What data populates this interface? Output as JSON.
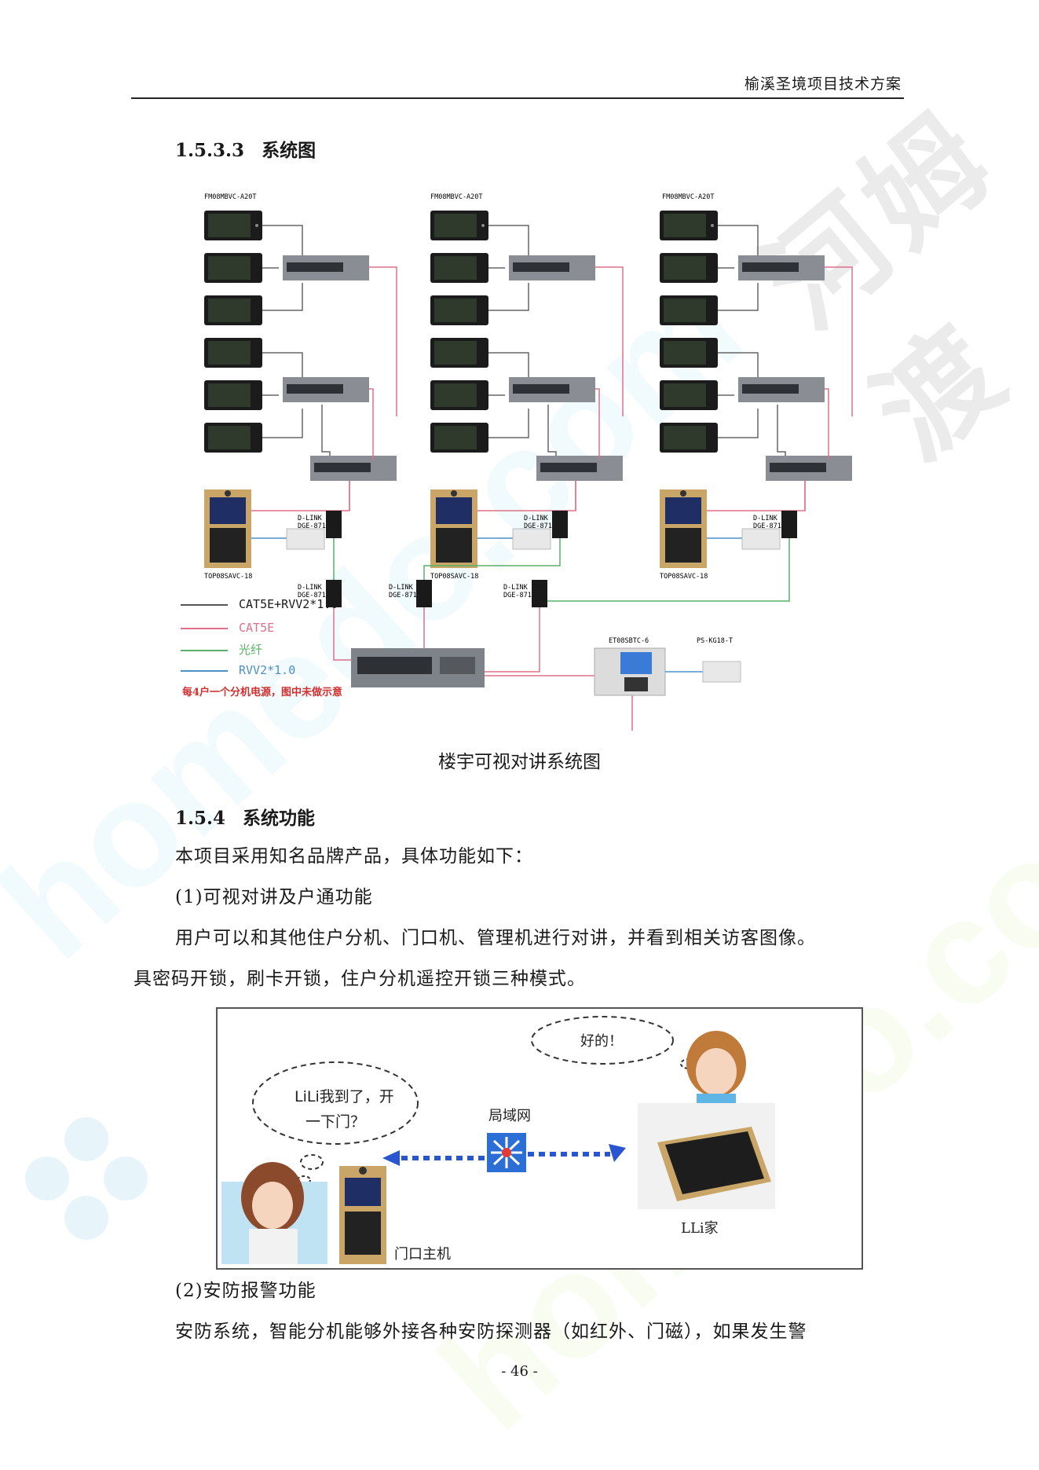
{
  "header": {
    "title": "榆溪圣境项目技术方案"
  },
  "sections": {
    "s1533": {
      "number": "1.5.3.3",
      "title": "系统图"
    },
    "s154": {
      "number": "1.5.4",
      "title": "系统功能"
    }
  },
  "diagram": {
    "monitor_model": "FM08MBVC-A20T",
    "door_station_model": "TOP08SAVC-18",
    "converter_label": [
      "D-LINK",
      "DGE-871"
    ],
    "manager_model": "ET08SBTC-6",
    "power_model": "PS-KG18-T",
    "legend": [
      {
        "label": "CAT5E+RVV2*1.0",
        "color": "#555555"
      },
      {
        "label": "CAT5E",
        "color": "#e0708a"
      },
      {
        "label": "光纤",
        "color": "#58b06a"
      },
      {
        "label": "RVV2*1.0",
        "color": "#4a90c8"
      }
    ],
    "note": "每4户一个分机电源，图中未做示意",
    "note_color": "#d03030",
    "caption": "楼宇可视对讲系统图"
  },
  "text": {
    "p1": "本项目采用知名品牌产品，具体功能如下：",
    "f1": "(1)可视对讲及户通功能",
    "p2a": "用户可以和其他住户分机、门口机、管理机进行对讲，并看到相关访客图像。",
    "p2b": "具密码开锁，刷卡开锁，住户分机遥控开锁三种模式。",
    "f2": "(2)安防报警功能",
    "p3": "安防系统，智能分机能够外接各种安防探测器（如红外、门磁），如果发生警"
  },
  "figure2": {
    "bubble_left": [
      "LiLi我到了，开",
      "一下门？"
    ],
    "bubble_right": "好的！",
    "lan": "局域网",
    "door": "门口主机",
    "home": "LLi家"
  },
  "watermark": {
    "text": "homedo.com",
    "cn": "河姆渡"
  },
  "footer": {
    "page": "- 46 -"
  }
}
